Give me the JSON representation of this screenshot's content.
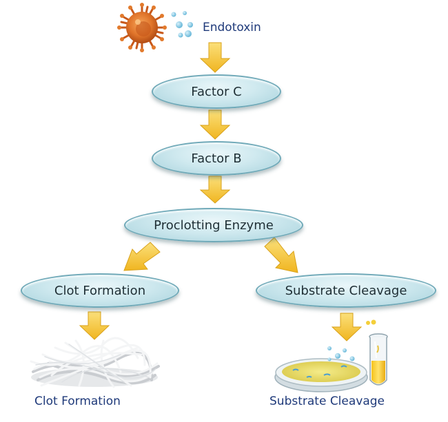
{
  "source": {
    "label": "Endotoxin"
  },
  "nodes": {
    "factor_c": "Factor C",
    "factor_b": "Factor B",
    "proclotting": "Proclotting Enzyme",
    "clot": "Clot Formation",
    "substrate": "Substrate Cleavage"
  },
  "captions": {
    "clot": "Clot Formation",
    "substrate": "Substrate Cleavage"
  },
  "colors": {
    "arrow": "#f2c232",
    "pill_border": "#6fa9b8",
    "caption_text": "#1f3a7a",
    "endotoxin_body": "#e0742a",
    "liquid": "#f2d22e"
  },
  "icons": {
    "endotoxin": "endotoxin-cell-icon",
    "clot": "fibrin-clot-icon",
    "dish": "petri-dish-icon",
    "tube": "test-tube-icon"
  }
}
